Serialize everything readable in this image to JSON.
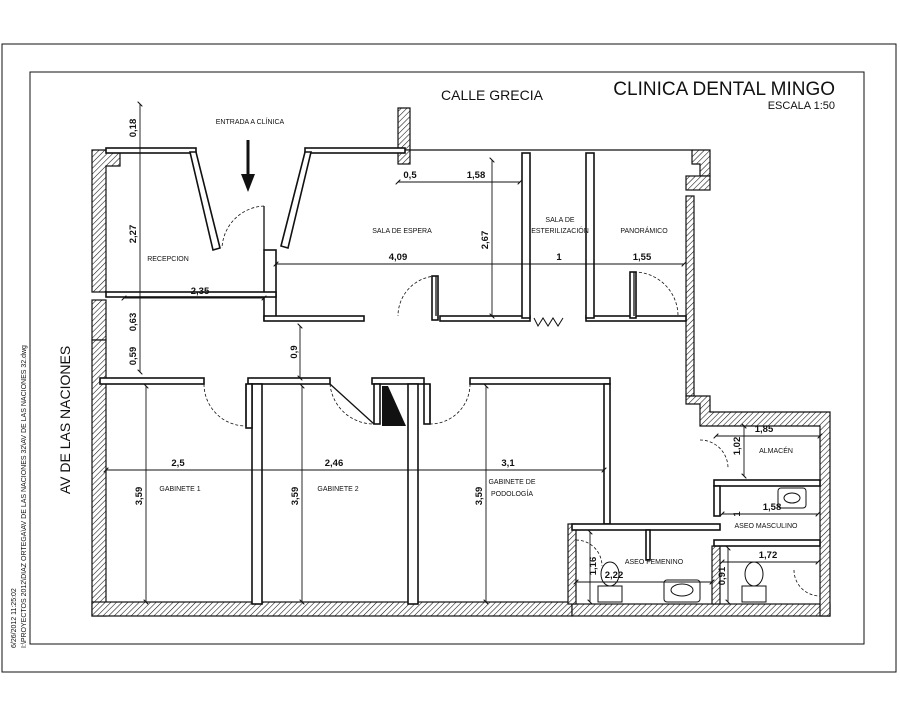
{
  "title": "CLINICA DENTAL MINGO",
  "scale": "ESCALA 1:50",
  "streets": {
    "top": "CALLE GRECIA",
    "left": "AV DE LAS NACIONES"
  },
  "entrance": "ENTRADA A CLÍNICA",
  "file_stamp": {
    "date": "6/26/2012 11:25:02",
    "path": "I:\\PROYECTOS 2012\\DIAZ ORTEGA\\AV DE LAS NACIONES 32\\AV DE LAS NACIONES 32.dwg"
  },
  "rooms": {
    "recepcion": "RECEPCION",
    "sala_espera": "SALA DE ESPERA",
    "sala_esterilizacion": [
      "SALA DE",
      "ESTERILIZACIÓN"
    ],
    "panoramico": "PANORÁMICO",
    "gabinete_1": "GABINETE 1",
    "gabinete_2": "GABINETE 2",
    "gabinete_podologia": [
      "GABINETE DE",
      "PODOLOGÍA"
    ],
    "almacen": "ALMACÉN",
    "aseo_masculino": "ASEO MASCULINO",
    "aseo_femenino": "ASEO FEMENINO"
  },
  "dimensions": {
    "d018": "0,18",
    "d227": "2,27",
    "d235": "2,35",
    "d063": "0,63",
    "d059": "0,59",
    "d09": "0,9",
    "d05": "0,5",
    "d158a": "1,58",
    "d267": "2,67",
    "d409": "4,09",
    "d1": "1",
    "d155": "1,55",
    "d25": "2,5",
    "d246": "2,46",
    "d31": "3,1",
    "d359a": "3,59",
    "d359b": "3,59",
    "d359c": "3,59",
    "d185": "1,85",
    "d102": "1,02",
    "d158b": "1,58",
    "d1b": "1",
    "d172": "1,72",
    "d091": "0,91",
    "d116": "1,16",
    "d222": "2,22"
  },
  "colors": {
    "ink": "#111111",
    "background": "#ffffff"
  }
}
